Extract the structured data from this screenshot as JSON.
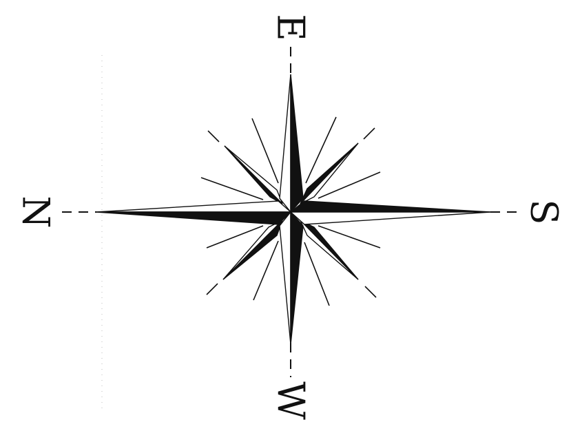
{
  "compass": {
    "north_label": "N",
    "east_label": "E",
    "south_label": "S",
    "west_label": "W"
  },
  "colors": {
    "ink": "#111111",
    "paper": "#ffffff"
  },
  "icons": {
    "rose": "compass-rose-icon"
  }
}
